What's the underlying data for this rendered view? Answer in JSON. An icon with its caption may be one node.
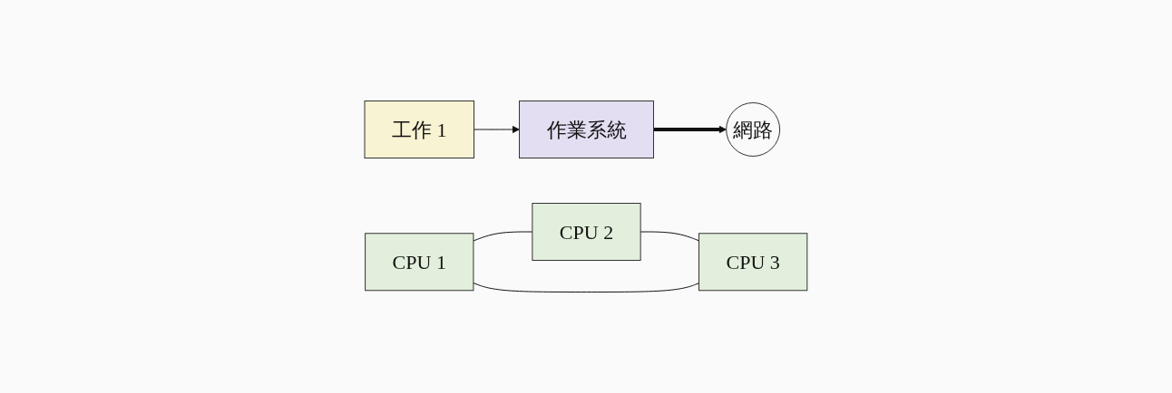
{
  "diagram": {
    "nodes": [
      {
        "text": [
          "工作 1"
        ]
      },
      {
        "text": [
          "作業系統"
        ]
      },
      {
        "text": [
          "網路"
        ]
      },
      {
        "text": [
          "CPU 1"
        ]
      },
      {
        "text": [
          "CPU 2"
        ]
      },
      {
        "text": [
          "CPU 3"
        ]
      }
    ],
    "edges": [
      {
        "from": 0,
        "to": 1,
        "arrow": "to"
      },
      {
        "from": 1,
        "to": 2,
        "arrow": "to",
        "style": "thick"
      },
      {
        "from": 3,
        "to": 4,
        "arrow": "none"
      },
      {
        "from": 4,
        "to": 5,
        "arrow": "none"
      },
      {
        "from": 5,
        "to": 3,
        "arrow": "none"
      }
    ]
  }
}
